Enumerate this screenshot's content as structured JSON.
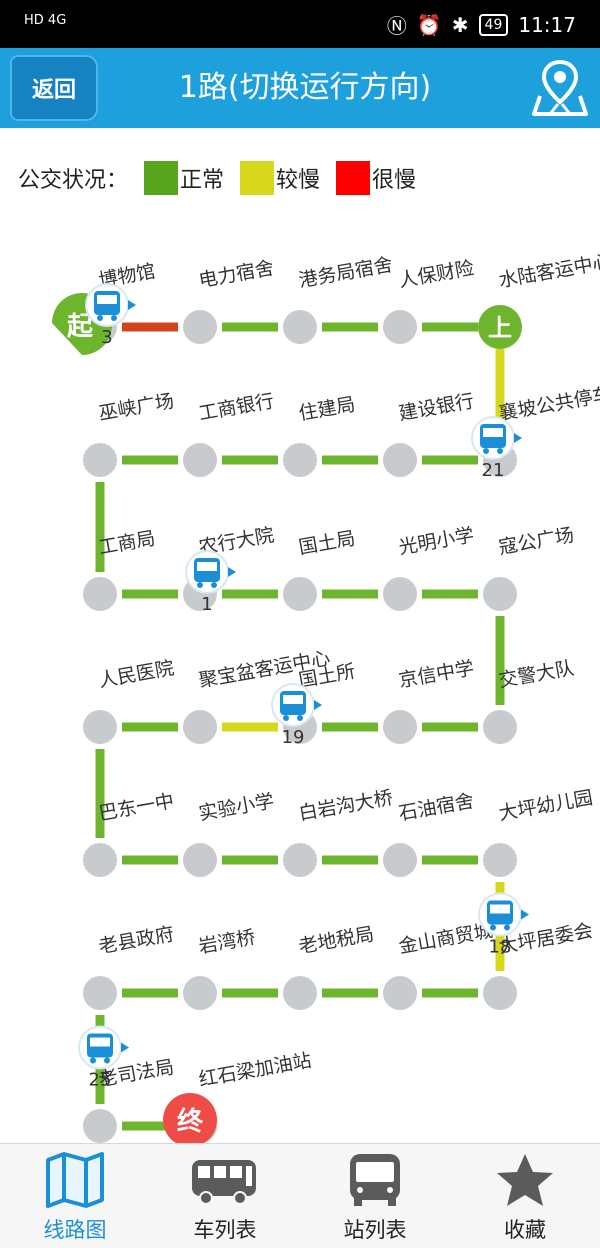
{
  "status_bar": {
    "network": "HD 4G",
    "battery": "49",
    "time": "11:17"
  },
  "header": {
    "back_label": "返回",
    "title": "1路(切换运行方向)"
  },
  "legend": {
    "label": "公交状况：",
    "items": [
      {
        "text": "正常",
        "color": "#5aa51e"
      },
      {
        "text": "较慢",
        "color": "#d7d81c"
      },
      {
        "text": "很慢",
        "color": "#ff0000"
      }
    ]
  },
  "route": {
    "rows": [
      {
        "direction": "ltr",
        "stations": [
          "博物馆",
          "电力宿舍",
          "港务局宿舍",
          "人保财险",
          "水陆客运中心"
        ]
      },
      {
        "direction": "rtl",
        "stations": [
          "襄坡公共停车场",
          "建设银行",
          "住建局",
          "工商银行",
          "巫峡广场"
        ]
      },
      {
        "direction": "ltr",
        "stations": [
          "工商局",
          "农行大院",
          "国土局",
          "光明小学",
          "寇公广场"
        ]
      },
      {
        "direction": "rtl",
        "stations": [
          "交警大队",
          "京信中学",
          "国土所",
          "聚宝盆客运中心",
          "人民医院"
        ]
      },
      {
        "direction": "ltr",
        "stations": [
          "巴东一中",
          "实验小学",
          "白岩沟大桥",
          "石油宿舍",
          "大坪幼儿园"
        ]
      },
      {
        "direction": "rtl",
        "stations": [
          "大坪居委会",
          "金山商贸城",
          "老地税局",
          "岩湾桥",
          "老县政府"
        ]
      },
      {
        "direction": "ltr",
        "stations": [
          "老司法局",
          "红石梁加油站"
        ]
      }
    ],
    "segment_status": [
      "slow",
      "normal",
      "normal",
      "normal",
      "moderate",
      "normal",
      "normal",
      "normal",
      "normal",
      "normal",
      "normal",
      "normal",
      "normal",
      "normal",
      "normal",
      "normal",
      "normal",
      "moderate",
      "normal",
      "normal",
      "normal",
      "normal",
      "normal",
      "normal",
      "moderate",
      "normal",
      "normal",
      "normal",
      "normal",
      "normal",
      "normal"
    ],
    "status_colors": {
      "normal": "#6cb52d",
      "moderate": "#d7d81c",
      "slow": "#d0441c"
    },
    "start_badge": "起",
    "boarding_badge": "上",
    "end_badge": "终",
    "buses": [
      {
        "after_station": 0,
        "label": "3"
      },
      {
        "after_station": 5,
        "label": "21"
      },
      {
        "after_station": 11,
        "label": "1"
      },
      {
        "after_station": 17,
        "label": "19"
      },
      {
        "after_station": 24,
        "label": "18"
      },
      {
        "after_station": 29,
        "label": "25"
      }
    ]
  },
  "tabs": [
    {
      "label": "线路图",
      "active": true
    },
    {
      "label": "车列表",
      "active": false
    },
    {
      "label": "站列表",
      "active": false
    },
    {
      "label": "收藏",
      "active": false
    }
  ]
}
